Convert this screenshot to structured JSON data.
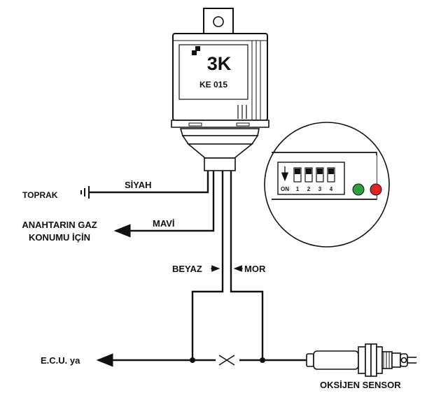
{
  "device": {
    "brand": "3K",
    "model": "KE 015"
  },
  "wires": {
    "black": "SİYAH",
    "blue": "MAVİ",
    "white": "BEYAZ",
    "purple": "MOR"
  },
  "labels": {
    "ground": "TOPRAK",
    "switch_line1": "ANAHTARIN GAZ",
    "switch_line2": "KONUMU İÇİN",
    "ecu": "E.C.U. ya",
    "sensor": "OKSİJEN SENSOR"
  },
  "dip_switch": {
    "on_label": "ON",
    "positions": [
      "1",
      "2",
      "3",
      "4"
    ]
  },
  "colors": {
    "led_left": "#2e9e3e",
    "led_right": "#e0242a",
    "line": "#111111"
  }
}
